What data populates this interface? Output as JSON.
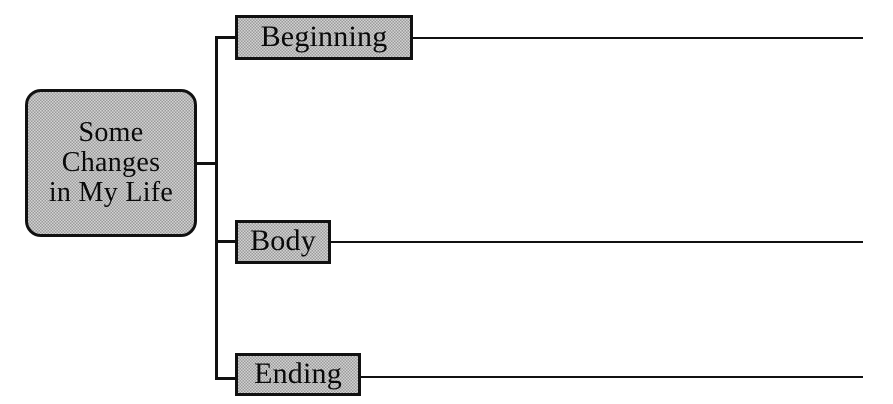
{
  "document": {
    "type": "graphic-organizer",
    "title": "Some Changes in My Life"
  },
  "root": {
    "id": "root",
    "label": "Some Changes in My Life",
    "lines": [
      "Some",
      "Changes",
      "in My Life"
    ],
    "shape": "rounded-rectangle",
    "fill": "#c9c9c9",
    "border": "#111111"
  },
  "branches": [
    {
      "id": "beginning",
      "label": "Beginning",
      "shape": "rectangle",
      "fill": "#c9c9c9",
      "border": "#111111",
      "rule": true
    },
    {
      "id": "body",
      "label": "Body",
      "shape": "rectangle",
      "fill": "#c9c9c9",
      "border": "#111111",
      "rule": true
    },
    {
      "id": "ending",
      "label": "Ending",
      "shape": "rectangle",
      "fill": "#c9c9c9",
      "border": "#111111",
      "rule": true
    }
  ],
  "canvas": {
    "background": "#ffffff",
    "line_color": "#111111"
  }
}
